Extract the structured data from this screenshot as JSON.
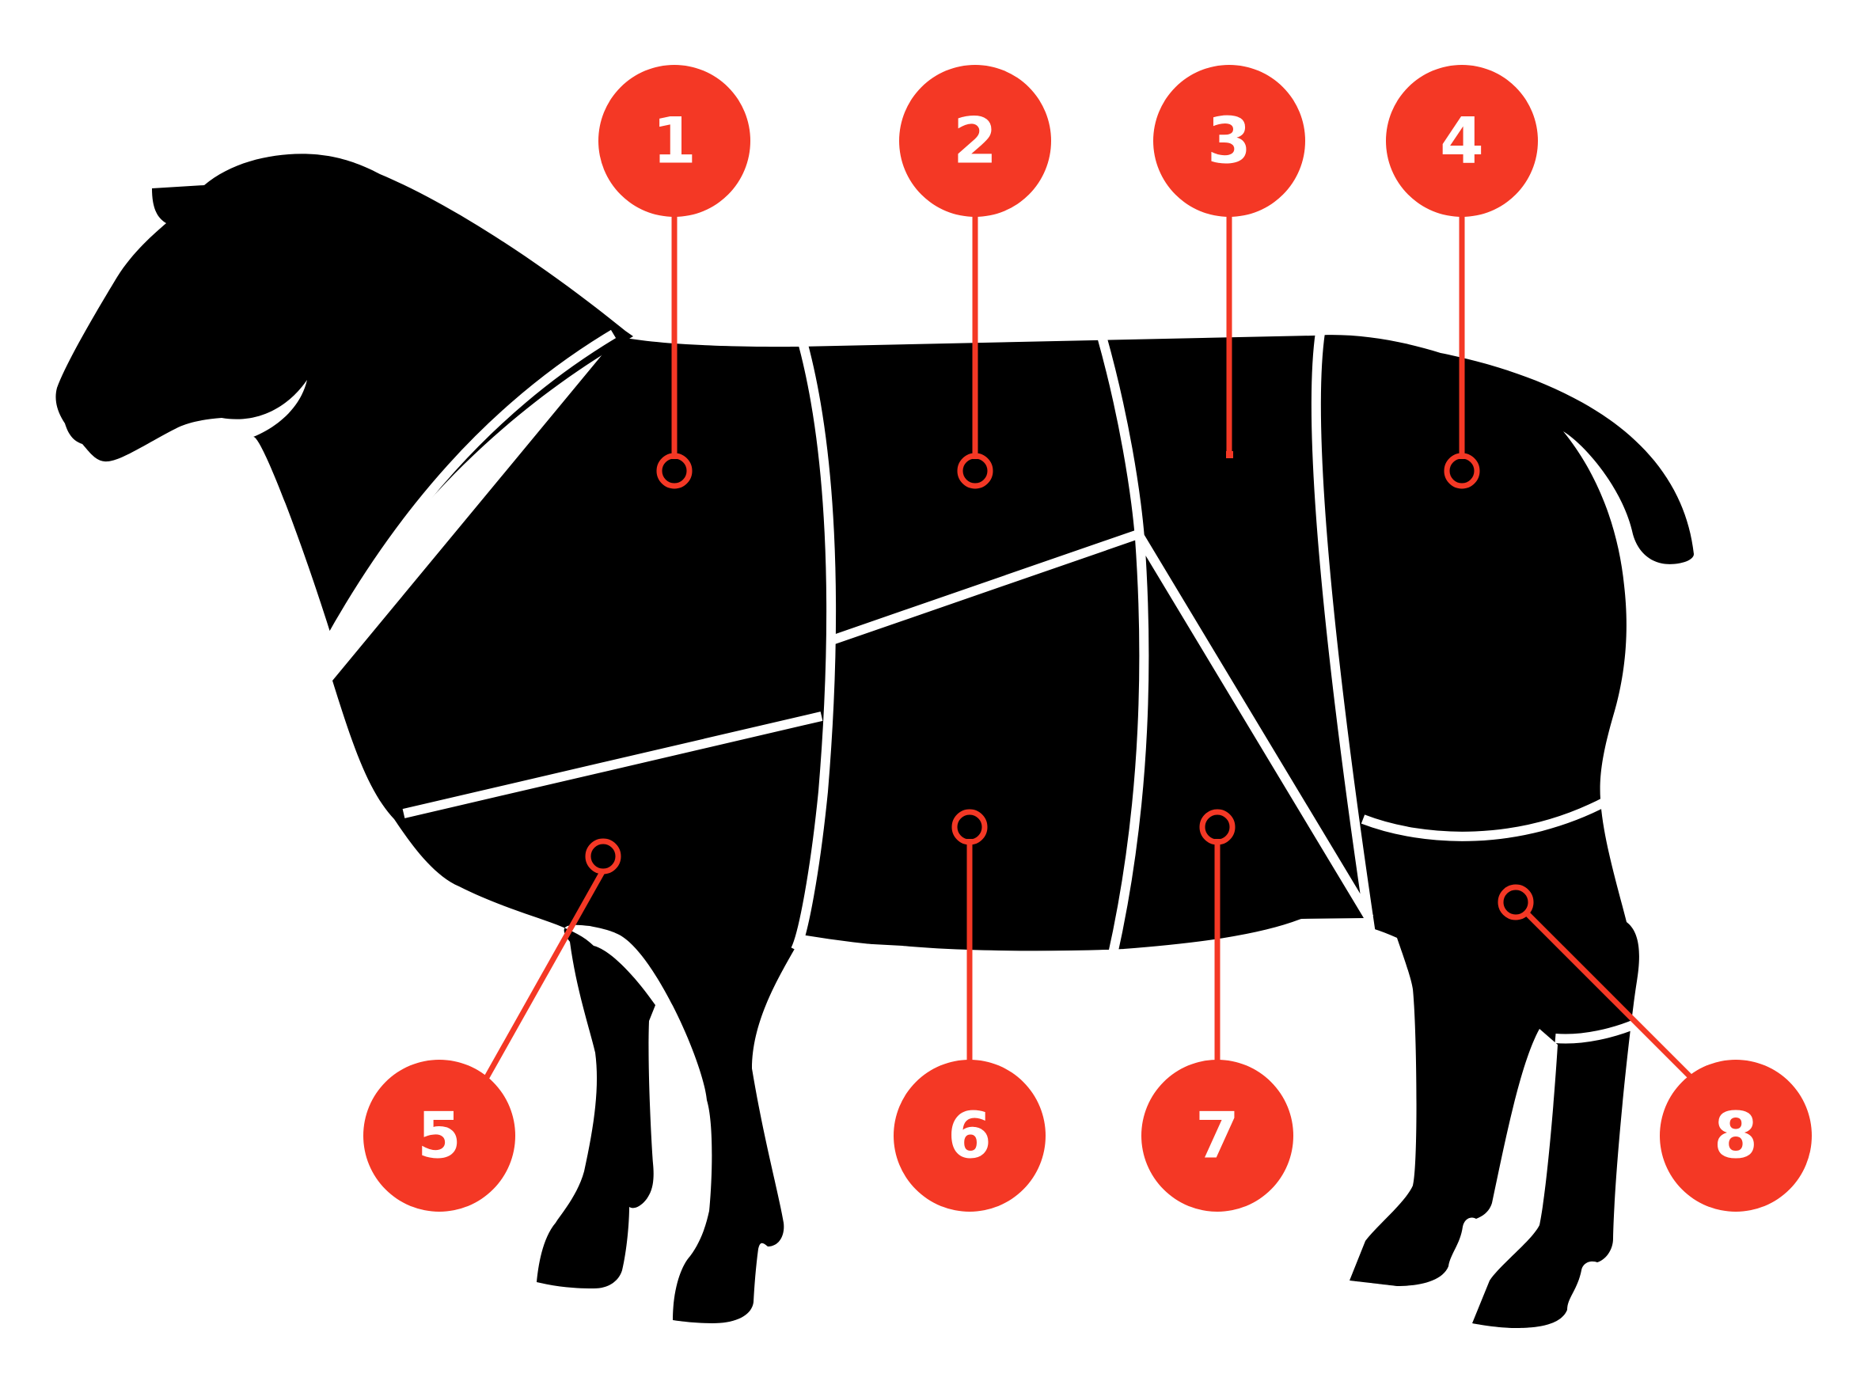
{
  "colors": {
    "background": "#ffffff",
    "silhouette": "#000000",
    "cut_lines": "#ffffff",
    "accent": "#f43825",
    "label_text": "#ffffff"
  },
  "callouts": [
    {
      "number": "1"
    },
    {
      "number": "2"
    },
    {
      "number": "3"
    },
    {
      "number": "4"
    },
    {
      "number": "5"
    },
    {
      "number": "6"
    },
    {
      "number": "7"
    },
    {
      "number": "8"
    }
  ]
}
